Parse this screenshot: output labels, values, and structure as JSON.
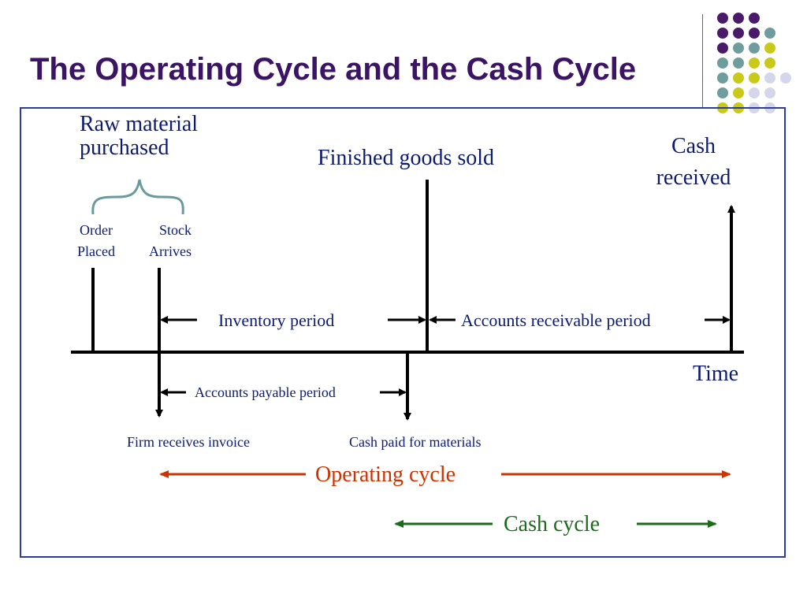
{
  "slide": {
    "title": "The Operating Cycle and the Cash Cycle"
  },
  "labels": {
    "raw_material_line1": "Raw material",
    "raw_material_line2": "purchased",
    "order_line1": "Order",
    "order_line2": "Placed",
    "stock_line1": "Stock",
    "stock_line2": "Arrives",
    "finished_goods": "Finished goods sold",
    "cash_received_line1": "Cash",
    "cash_received_line2": "received",
    "inventory_period": "Inventory period",
    "receivable_period": "Accounts receivable period",
    "time": "Time",
    "payable_period": "Accounts payable period",
    "firm_receives_invoice": "Firm receives invoice",
    "cash_paid": "Cash paid for materials",
    "operating_cycle": "Operating cycle",
    "cash_cycle": "Cash cycle"
  },
  "colors": {
    "title": "#3b1464",
    "text": "#0d1b6e",
    "frame": "#2a3c9c",
    "brace": "#6a9a9a",
    "operating_cycle": "#cc3300",
    "cash_cycle": "#1a6b1a",
    "dot_purple": "#4a1a6a",
    "dot_teal": "#6f9c9c",
    "dot_yellow": "#c9c91a",
    "dot_lavender": "#d6d6ea"
  }
}
